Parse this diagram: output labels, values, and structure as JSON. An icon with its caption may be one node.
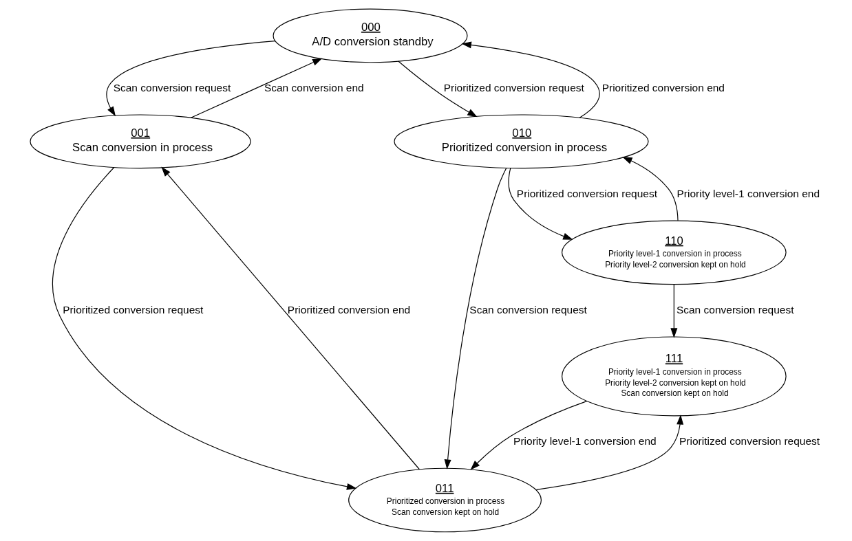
{
  "diagram": {
    "nodes": [
      {
        "text": [
          "000",
          "A/D conversion standby"
        ]
      },
      {
        "text": [
          "001",
          "Scan conversion in process"
        ]
      },
      {
        "text": [
          "010",
          "Prioritized conversion in process"
        ]
      },
      {
        "text": [
          "011",
          "Prioritized conversion in process",
          "Scan conversion kept on hold"
        ]
      },
      {
        "text": [
          "110",
          "Priority level-1 conversion in process",
          "Priority level-2 conversion kept on hold"
        ]
      },
      {
        "text": [
          "111",
          "Priority level-1 conversion in process",
          "Priority level-2 conversion kept on hold",
          "Scan conversion kept on hold"
        ]
      }
    ],
    "edges": [
      {
        "from": 0,
        "to": 1,
        "arrow": "to",
        "label": "Scan conversion request"
      },
      {
        "from": 1,
        "to": 0,
        "arrow": "to",
        "label": "Scan conversion end"
      },
      {
        "from": 0,
        "to": 2,
        "arrow": "to",
        "label": "Prioritized conversion request"
      },
      {
        "from": 2,
        "to": 0,
        "arrow": "to",
        "label": "Prioritized conversion end"
      },
      {
        "from": 1,
        "to": 3,
        "arrow": "to",
        "label": "Prioritized conversion request"
      },
      {
        "from": 3,
        "to": 1,
        "arrow": "to",
        "label": "Prioritized conversion end"
      },
      {
        "from": 2,
        "to": 3,
        "arrow": "to",
        "label": "Scan conversion request"
      },
      {
        "from": 2,
        "to": 4,
        "arrow": "to",
        "label": "Prioritized conversion request"
      },
      {
        "from": 4,
        "to": 2,
        "arrow": "to",
        "label": "Priority level-1 conversion end"
      },
      {
        "from": 3,
        "to": 5,
        "arrow": "to",
        "label": "Prioritized conversion request"
      },
      {
        "from": 5,
        "to": 3,
        "arrow": "to",
        "label": "Priority level-1 conversion end"
      },
      {
        "from": 4,
        "to": 5,
        "arrow": "to",
        "label": "Scan conversion request"
      }
    ]
  }
}
